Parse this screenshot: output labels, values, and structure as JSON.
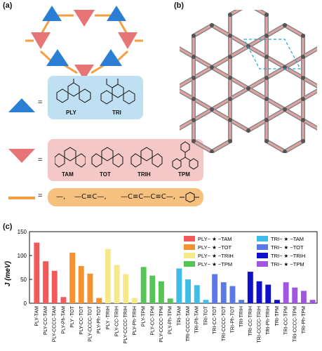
{
  "panels": {
    "a": "(a)",
    "b": "(b)",
    "c": "(c)"
  },
  "equals": "=",
  "molecules": {
    "blue": [
      "PLY",
      "TRI"
    ],
    "red": [
      "TAM",
      "TOT",
      "TRIH",
      "TPM"
    ]
  },
  "linkers": [
    "—,",
    "—C≡C—,",
    "—C≡C—C≡C—,"
  ],
  "colors": {
    "blue_node": "#2a7fd4",
    "red_node": "#e87575",
    "linker": "#f0a040"
  },
  "chart_data": {
    "type": "bar",
    "ylabel": "J (meV)",
    "ylim": [
      0,
      150
    ],
    "yticks": [
      0,
      50,
      100,
      150
    ],
    "legend": [
      {
        "name": "PLY− ★ −TAM",
        "color": "#f25a5a"
      },
      {
        "name": "PLY− ★ −TOT",
        "color": "#f5922e"
      },
      {
        "name": "PLY− ★ −TRIH",
        "color": "#f7e98a"
      },
      {
        "name": "PLY− ★ −TPM",
        "color": "#55c655"
      },
      {
        "name": "TRI− ★ −TAM",
        "color": "#3fbde8"
      },
      {
        "name": "TRI− ★ −TOT",
        "color": "#5a78e6"
      },
      {
        "name": "TRI− ★ −TRIH",
        "color": "#1010c8"
      },
      {
        "name": "TRI− ★ −TPM",
        "color": "#a056e0"
      }
    ],
    "categories": [
      "PLY-TAM",
      "PLY-CC-TAM",
      "PLY-CCCC-TAM",
      "PLY-Ph-TAM",
      "PLY -TOT",
      "PLY-CC-TOT",
      "PLY-CCCC-TOT",
      "PLY-Ph-TOT",
      "PLY -TRIH",
      "PLY-CC-TRIH",
      "PLY-CCCC-TRIH",
      "PLY-Ph-TRIH",
      "PLY-TPM",
      "PLY-CC-TPM",
      "PLY-CCCC-TPM",
      "PLY-Ph-TPM",
      "TRI-TAM",
      "TRI-CCCC-TAM",
      "TRI-Ph-TAM",
      "TRI-TOT",
      "TRI-CC-TOT",
      "TRI-CCCC-TOT",
      "TRI-Ph-TOT",
      "TRI-TRIH",
      "TRI-CC-TRIH",
      "TRI-CCCC-TRIH",
      "TRI-Ph-TRIH",
      "TRI-TPM",
      "TRI-CC-TPM",
      "TRI-CCCC-TPM",
      "TRI-Ph-TPM"
    ],
    "values": [
      127,
      88,
      68,
      13,
      106,
      78,
      62,
      11,
      114,
      80,
      61,
      11,
      76,
      58,
      46,
      10,
      73,
      50,
      38,
      7,
      61,
      44,
      36,
      7,
      66,
      46,
      39,
      7,
      44,
      33,
      26,
      7
    ],
    "group_colors": [
      0,
      0,
      0,
      0,
      1,
      1,
      1,
      1,
      2,
      2,
      2,
      2,
      3,
      3,
      3,
      3,
      4,
      4,
      4,
      4,
      5,
      5,
      5,
      5,
      6,
      6,
      6,
      6,
      7,
      7,
      7,
      7
    ]
  }
}
